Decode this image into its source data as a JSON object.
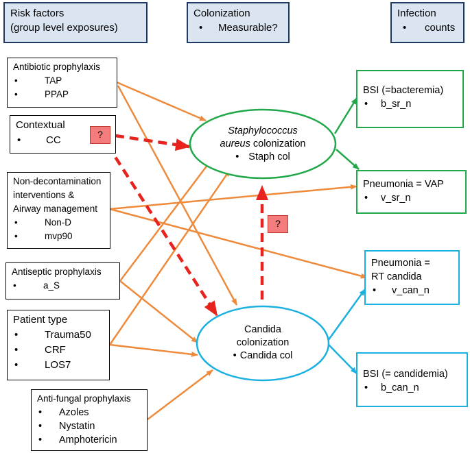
{
  "headers": {
    "risk": {
      "line1": "Risk factors",
      "line2": "(group level exposures)"
    },
    "colonization": {
      "title": "Colonization",
      "item": "Measurable?"
    },
    "infection": {
      "title": "Infection",
      "item": "counts"
    }
  },
  "risk_boxes": {
    "antibiotic": {
      "title": "Antibiotic prophylaxis",
      "items": [
        "TAP",
        "PPAP"
      ]
    },
    "contextual": {
      "title": "Contextual",
      "items": [
        "CC"
      ]
    },
    "nondecon": {
      "title1": "Non-decontamination",
      "title2": "interventions &",
      "title3": "Airway management",
      "items": [
        "Non-D",
        "mvp90"
      ]
    },
    "antiseptic": {
      "title": "Antiseptic prophylaxis",
      "items": [
        "a_S"
      ]
    },
    "patient": {
      "title": "Patient type",
      "items": [
        "Trauma50",
        "CRF",
        "LOS7"
      ]
    },
    "antifungal": {
      "title": "Anti-fungal prophylaxis",
      "items": [
        "Azoles",
        "Nystatin",
        "Amphotericin"
      ]
    }
  },
  "colonization_nodes": {
    "staph": {
      "line1": "Staphylococcus",
      "line2_italic": "aureus",
      "line2_rest": " colonization",
      "item": "Staph col"
    },
    "candida": {
      "line1": "Candida",
      "line2": "colonization",
      "item": "Candida col"
    }
  },
  "infection_boxes": {
    "bsi_bact": {
      "title": "BSI (=bacteremia)",
      "item": "b_sr_n"
    },
    "pneu_vap": {
      "title": "Pneumonia = VAP",
      "item": "v_sr_n"
    },
    "pneu_rt": {
      "title1": "Pneumonia =",
      "title2": "RT candida",
      "item": "v_can_n"
    },
    "bsi_cand": {
      "title": "BSI (= candidemia)",
      "item": "b_can_n"
    }
  },
  "question_mark": "?",
  "bullet": "•",
  "colors": {
    "orange": "#ed8a3c",
    "red_dashed": "#e8221c",
    "staph_green": "#21a84a",
    "candida_blue": "#1ab0e0",
    "header_fill": "#dbe5f1",
    "header_border": "#1f3864",
    "question_fill": "#f47c7c"
  }
}
